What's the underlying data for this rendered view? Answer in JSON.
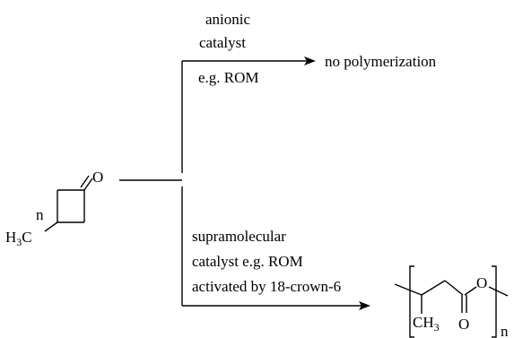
{
  "reactant": {
    "carbonyl_o": "O",
    "index": "n",
    "methyl_main": "H",
    "methyl_sub": "3",
    "methyl_c": "C"
  },
  "upper_path": {
    "line1": "anionic",
    "line2": "catalyst",
    "line3": "e.g. ROM",
    "result": "no polymerization"
  },
  "lower_path": {
    "line1": "supramolecular",
    "line2": "catalyst e.g. ROM",
    "line3": "activated by 18-crown-6"
  },
  "product": {
    "ester_o": "O",
    "carbonyl_o": "O",
    "methyl_main": "CH",
    "methyl_sub": "3",
    "repeat": "n"
  }
}
